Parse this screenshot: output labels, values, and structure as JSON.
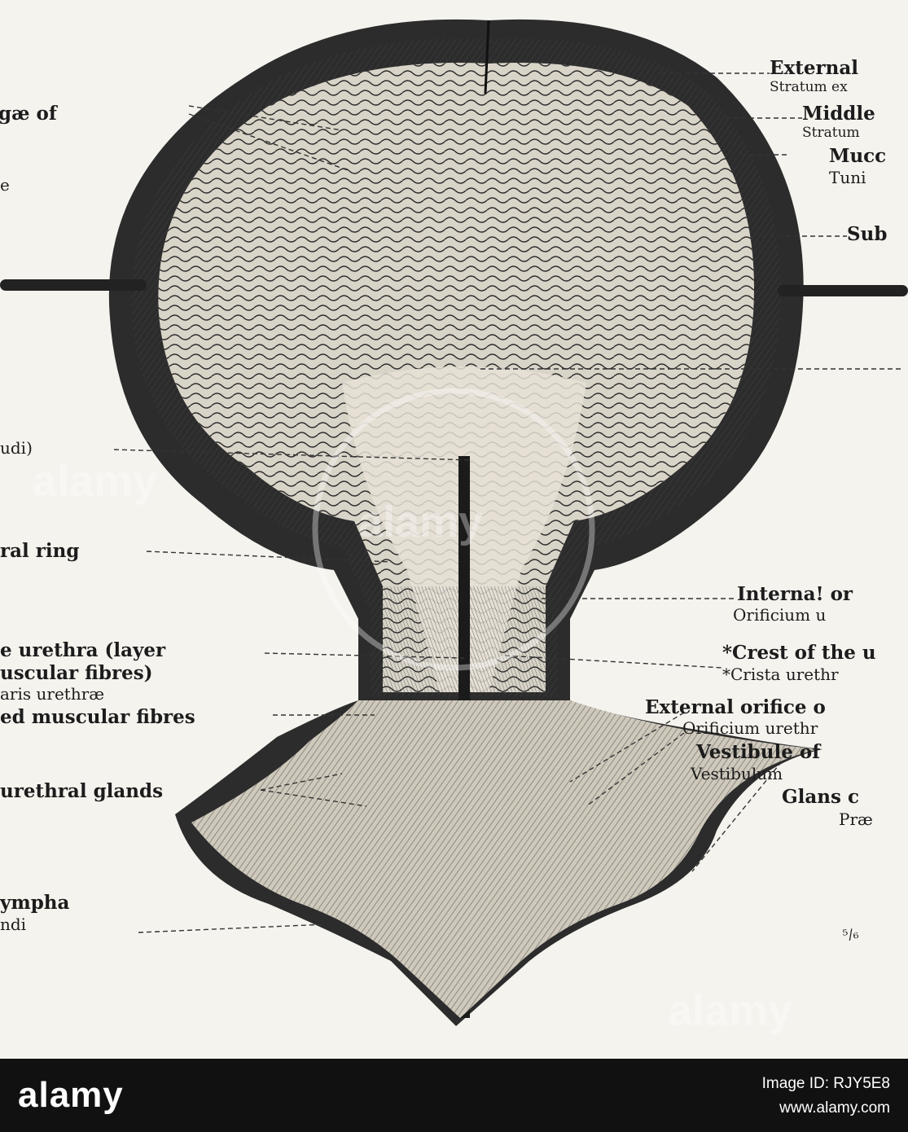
{
  "labels": {
    "external": "External",
    "stratum_ex": "Stratum ex",
    "middle": "Middle",
    "stratum": "Stratum",
    "mucc": "Mucc",
    "tuni": "Tuni",
    "sub": "Sub",
    "rugae": "gæ of",
    "e_fragment": "e",
    "udi": "udi)",
    "ral_ring": "ral ring",
    "internal_or": "Interna! or",
    "orificium_u": "Orificium u",
    "urethra_layer": "e urethra (layer",
    "muscular_fibres": "uscular fibres)",
    "aris_urethrae": "aris urethræ",
    "crest": "*Crest of the u",
    "crista": "*Crista urethr",
    "external_orifice": "External orifice o",
    "ed_muscular": "ed muscular fibres",
    "orificium_urethr": "Orificium urethr",
    "urethral_glands": "urethral glands",
    "vestibule": "Vestibule of",
    "vestibulum": "Vestibulum",
    "glans": "Glans c",
    "prae": "Præ",
    "ympha": "ympha",
    "ndi": "ndi",
    "scale": "⁵/₆"
  },
  "watermark": "alamy",
  "footer": {
    "logo": "alamy",
    "image_id": "Image ID: RJY5E8",
    "url": "www.alamy.com"
  }
}
